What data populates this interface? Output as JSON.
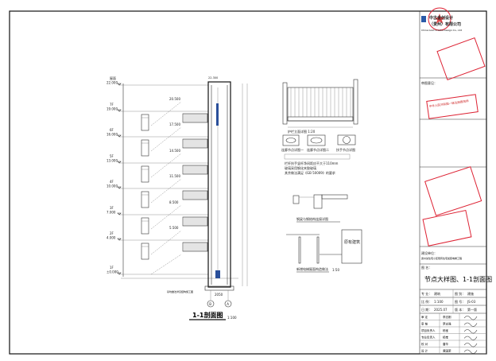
{
  "section": {
    "title": "1-1剖面图",
    "scale": "1:100",
    "levels": [
      {
        "name": "屋面",
        "elev": "22.000"
      },
      {
        "name": "7F",
        "elev": "19.000"
      },
      {
        "name": "6F",
        "elev": "16.000"
      },
      {
        "name": "5F",
        "elev": "13.000"
      },
      {
        "name": "4F",
        "elev": "10.000"
      },
      {
        "name": "3F",
        "elev": "7.000"
      },
      {
        "name": "2F",
        "elev": "4.000"
      },
      {
        "name": "1F",
        "elev": "±0.000"
      }
    ],
    "landings": [
      "20.500",
      "17.500",
      "14.500",
      "11.500",
      "8.500",
      "5.500"
    ],
    "top_elev": "22.300",
    "axes": [
      "B",
      "A"
    ],
    "shaft_width": "2050",
    "pit_note": "基坑做法详见结构施工图"
  },
  "details": {
    "railing_title": "护栏立面详图 1:20",
    "note1": "栏杆扶手竖杆净间距应不大于110mm",
    "note2": "玻璃采用钢化夹胶玻璃",
    "note3": "其余做法满足《GB 50009》的要求",
    "node_titles": [
      "连廊节点详图一",
      "连廊节点详图二",
      "扶手节点详图"
    ],
    "beam_title": "钢梁与钢结构连接详图",
    "roof_title": "新增电梯屋面构造做法",
    "roof_scale": "1:50",
    "existing_label": "原有建筑"
  },
  "title_block": {
    "company": "中古金创设计",
    "company2": "（贵州）有限公司",
    "company_en": "China Gold Create Design Co., Ltd",
    "stamp_text": "中华人民共和国一级注册建筑师",
    "review_label": "审图意见：",
    "project_label": "建设单位：",
    "project_name": "贵州某住宅小区既有住宅加装电梯工程",
    "drawing_name_label": "图 名：",
    "drawing_name": "节点大样图、1-1剖面图",
    "rows": [
      {
        "k1": "专 业：",
        "v1": "建筑",
        "k2": "图 别：",
        "v2": "建施"
      },
      {
        "k1": "比 例：",
        "v1": "1:100",
        "k2": "图 号：",
        "v2": "JS-03"
      },
      {
        "k1": "日 期：",
        "v1": "2025.07",
        "k2": "版 本：",
        "v2": "第一版"
      }
    ],
    "signatures": [
      {
        "role": "审 定",
        "name": "李志刚"
      },
      {
        "role": "审 核",
        "name": "罗志强"
      },
      {
        "role": "项目负责人",
        "name": "杨宝"
      },
      {
        "role": "专业负责人",
        "name": "杨宝"
      },
      {
        "role": "校 对",
        "name": "唐华"
      },
      {
        "role": "设 计",
        "name": "黄国荣"
      }
    ]
  }
}
